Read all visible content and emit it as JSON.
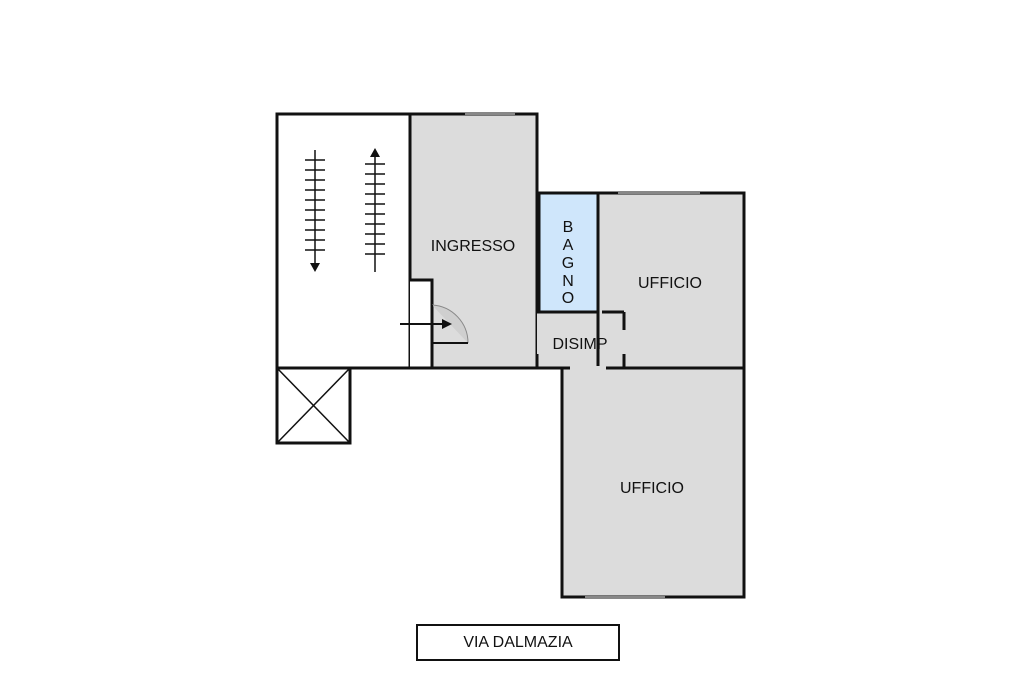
{
  "floorplan": {
    "rooms": {
      "ingresso": "INGRESSO",
      "bagno": [
        "B",
        "A",
        "G",
        "N",
        "O"
      ],
      "ufficio_top": "UFFICIO",
      "disimpegno": "DISIMP",
      "ufficio_bottom": "UFFICIO"
    },
    "street": "VIA DALMAZIA"
  },
  "colors": {
    "room_fill": "#dcdcdc",
    "bath_fill": "#cfe6fb",
    "wall": "#111111",
    "stair_fill": "#ffffff"
  }
}
